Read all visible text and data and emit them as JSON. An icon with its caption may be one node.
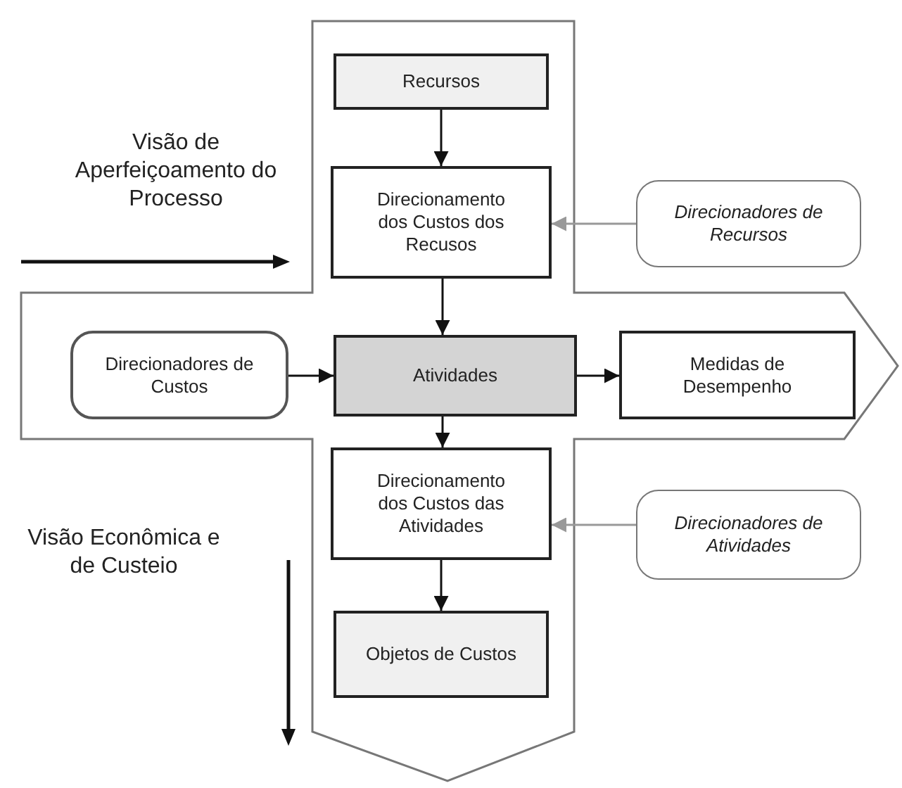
{
  "diagram": {
    "nodes": [
      {
        "text": [
          "Recursos"
        ]
      },
      {
        "text": [
          "Direcionamento dos Custos dos Recusos"
        ]
      },
      {
        "text": [
          "Direcionadores de Recursos"
        ]
      },
      {
        "text": [
          "Direcionadores de Custos"
        ]
      },
      {
        "text": [
          "Atividades"
        ]
      },
      {
        "text": [
          "Medidas de Desempenho"
        ]
      },
      {
        "text": [
          "Direcionamento dos Custos das Atividades"
        ]
      },
      {
        "text": [
          "Direcionadores de Atividades"
        ]
      },
      {
        "text": [
          "Objetos de Custos"
        ]
      }
    ],
    "edges": [
      {
        "from": 0,
        "to": 1,
        "arrow": "to"
      },
      {
        "from": 1,
        "to": 4,
        "arrow": "to"
      },
      {
        "from": 2,
        "to": 1,
        "arrow": "to",
        "color": "#999999"
      },
      {
        "from": 3,
        "to": 4,
        "arrow": "to"
      },
      {
        "from": 4,
        "to": 5,
        "arrow": "to"
      },
      {
        "from": 4,
        "to": 6,
        "arrow": "to"
      },
      {
        "from": 7,
        "to": 6,
        "arrow": "to",
        "color": "#999999"
      },
      {
        "from": 6,
        "to": 8,
        "arrow": "to"
      }
    ],
    "labels": [
      "Visão de Aperfeiçoamento do Processo",
      "Visão Econômica e de Custeio"
    ]
  }
}
